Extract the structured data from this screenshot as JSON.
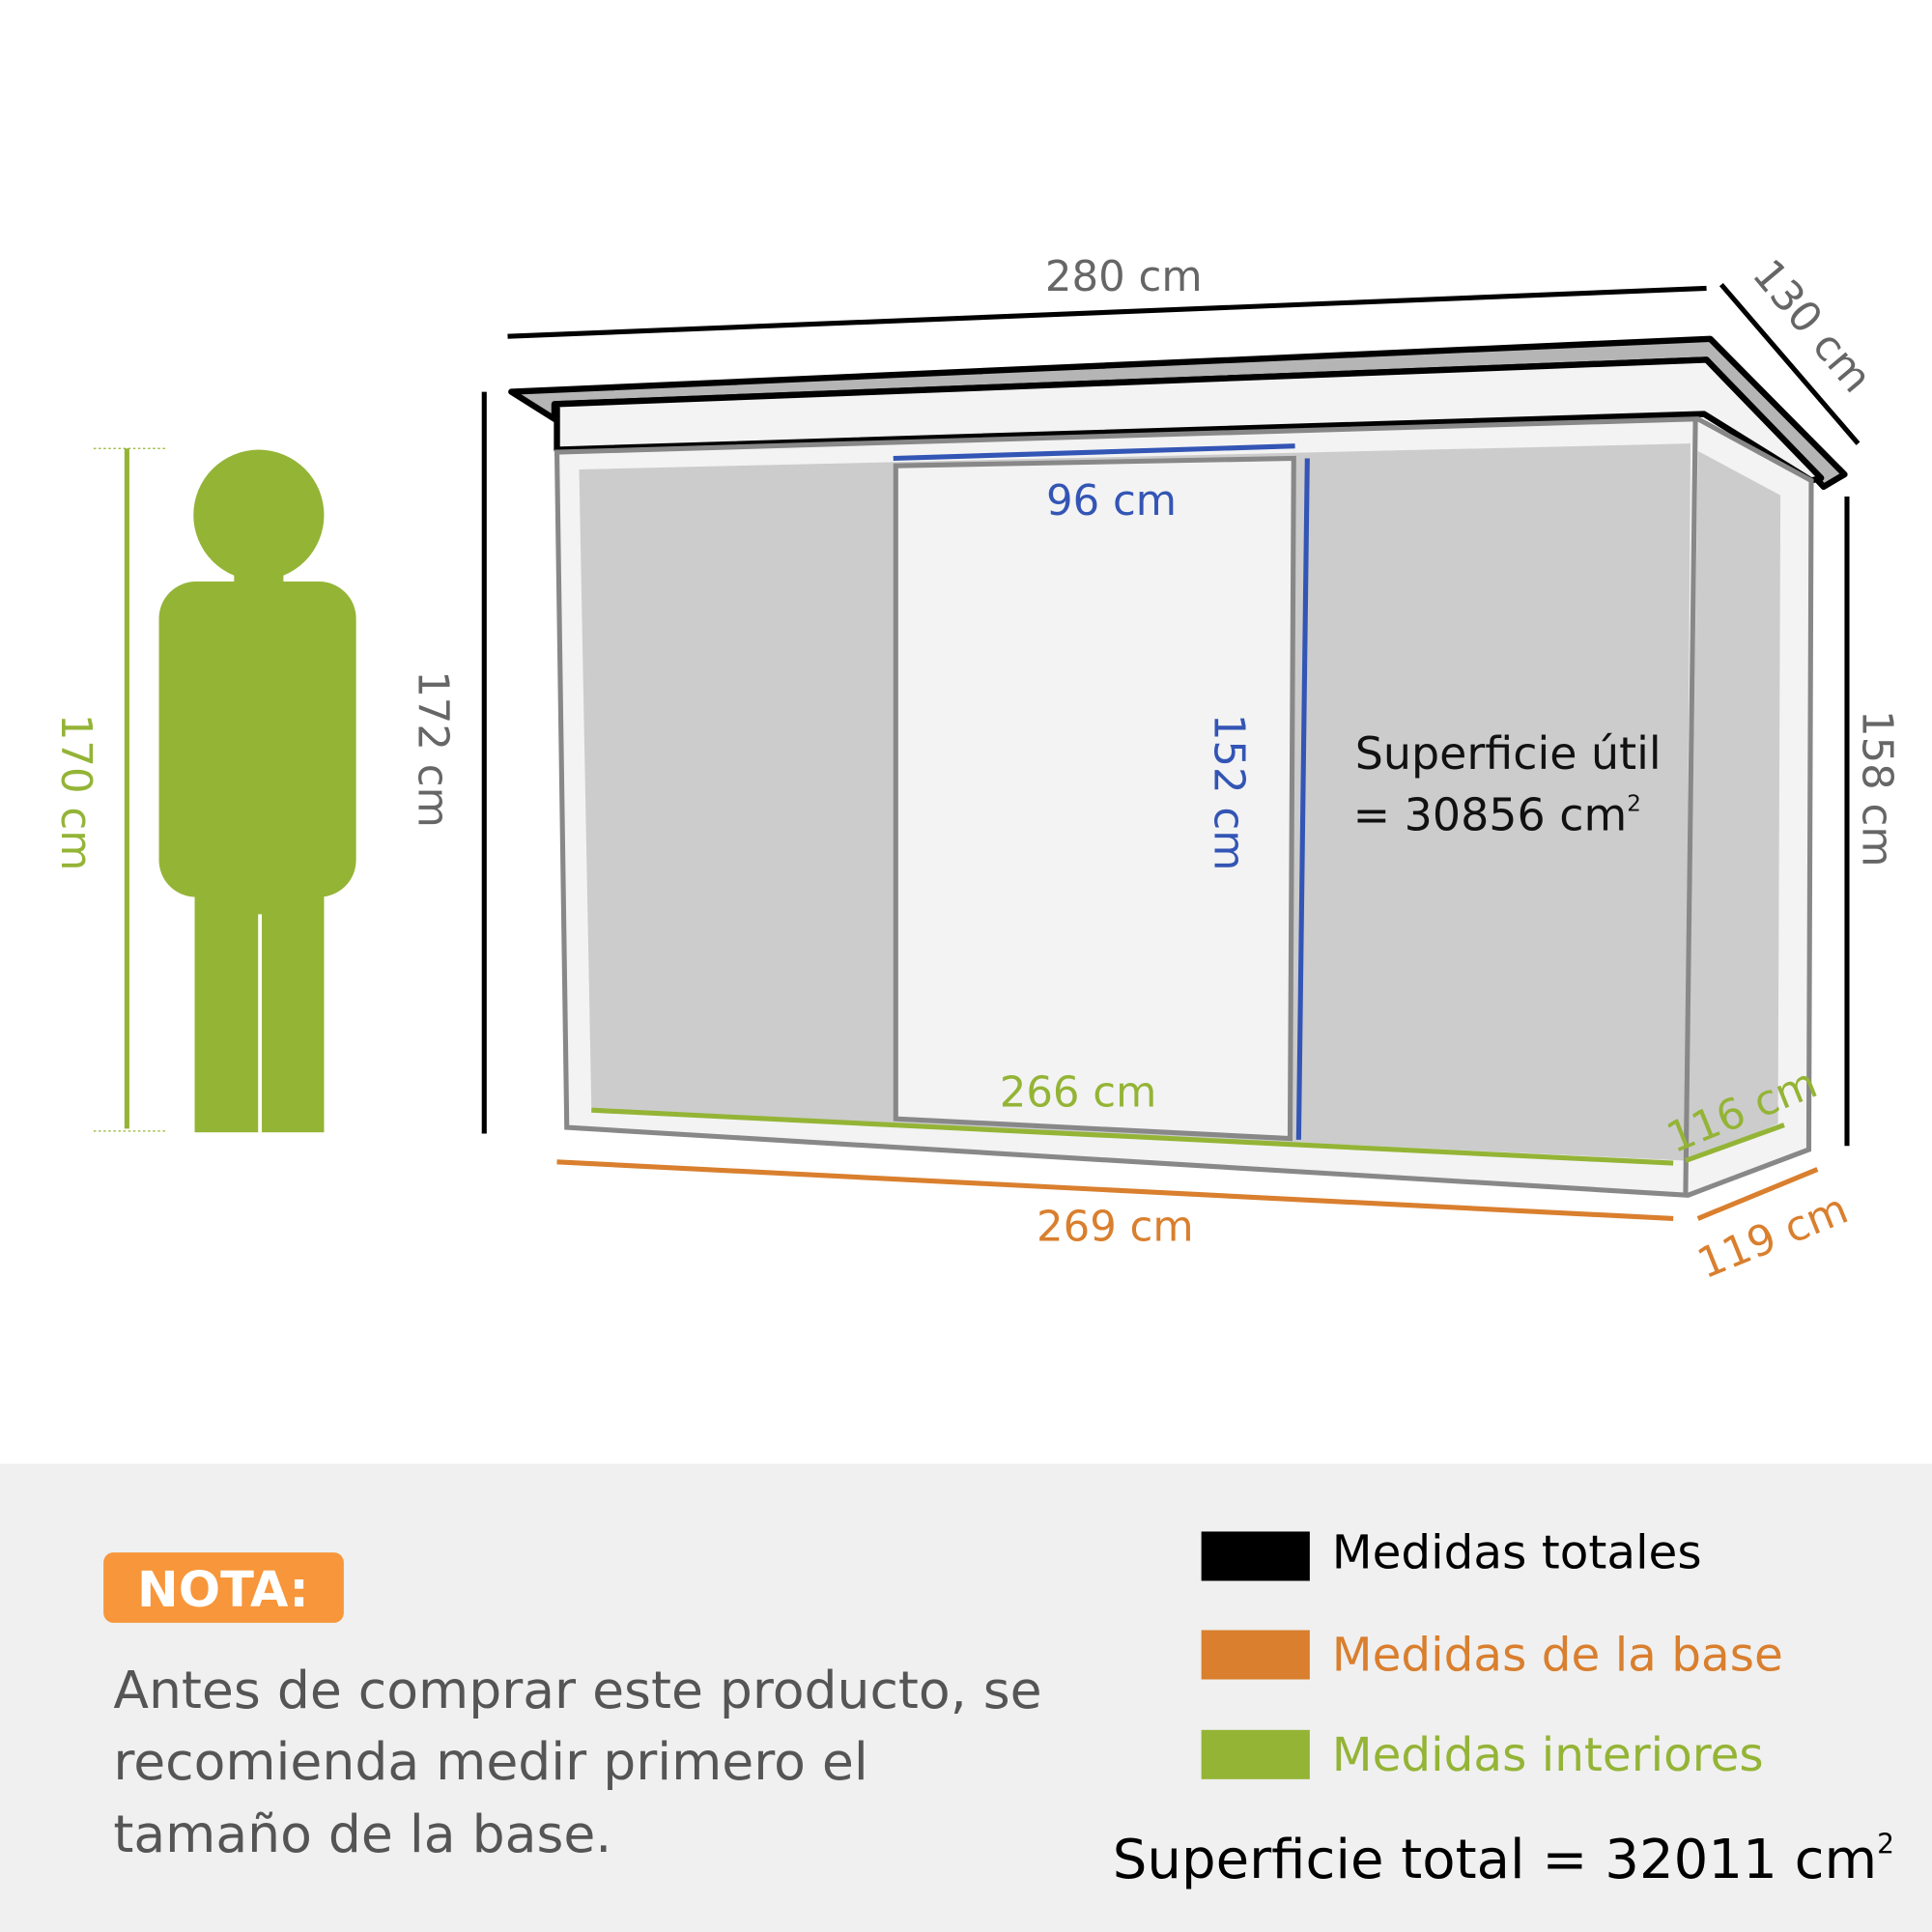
{
  "dimensions": {
    "total_length": "280 cm",
    "total_depth": "130 cm",
    "total_height_front": "172 cm",
    "total_height_back": "158 cm",
    "door_width": "96 cm",
    "door_height": "152 cm",
    "interior_length": "266 cm",
    "interior_depth": "116 cm",
    "base_length": "269 cm",
    "base_depth": "119 cm",
    "person_height": "170 cm"
  },
  "usable_area": {
    "line1": "Superficie útil",
    "line2": "= 30856 cm",
    "sup": "2"
  },
  "note": {
    "badge": "NOTA:",
    "lines": [
      "Antes de comprar este producto, se",
      "recomienda medir primero el",
      "tamaño de la base."
    ]
  },
  "legend": [
    {
      "label": "Medidas totales",
      "color": "#000000"
    },
    {
      "label": "Medidas de la base",
      "color": "#d97f2e"
    },
    {
      "label": "Medidas interiores",
      "color": "#94b436"
    }
  ],
  "total_area": {
    "text": "Superficie total = 32011 cm",
    "sup": "2"
  },
  "colors": {
    "interior": "#94b436",
    "base": "#d97f2e",
    "door": "#3355b5",
    "total": "#000000",
    "note_badge": "#f7963a",
    "panel_bg": "#f0f0f0"
  }
}
